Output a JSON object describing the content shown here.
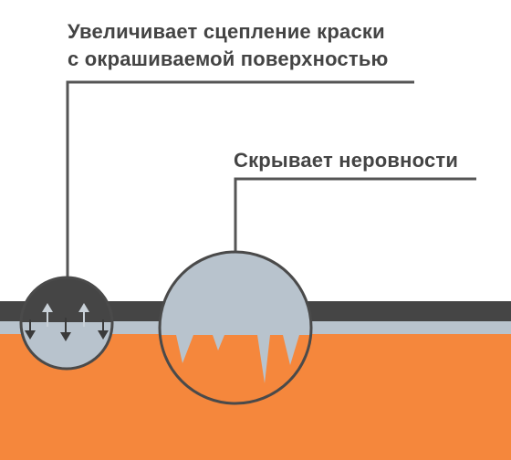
{
  "callouts": {
    "adhesion": {
      "line1": "Увеличивает сцепление краски",
      "line2": "с окрашиваемой поверхностью"
    },
    "unevenness": {
      "text": "Скрывает неровности"
    }
  },
  "colors": {
    "paint_layer": "#454545",
    "primer_layer": "#b8c3cd",
    "surface": "#f5873c",
    "callout_line": "#555555",
    "text": "#444444",
    "magnifier_outline": "#4a4a4a",
    "arrow": "#3a3a3a",
    "arrow_light": "#c9d1d8"
  },
  "icons": {
    "adhesion_magnifier": "circle with up and down arrows",
    "unevenness_magnifier": "circle with jagged surface spikes"
  }
}
